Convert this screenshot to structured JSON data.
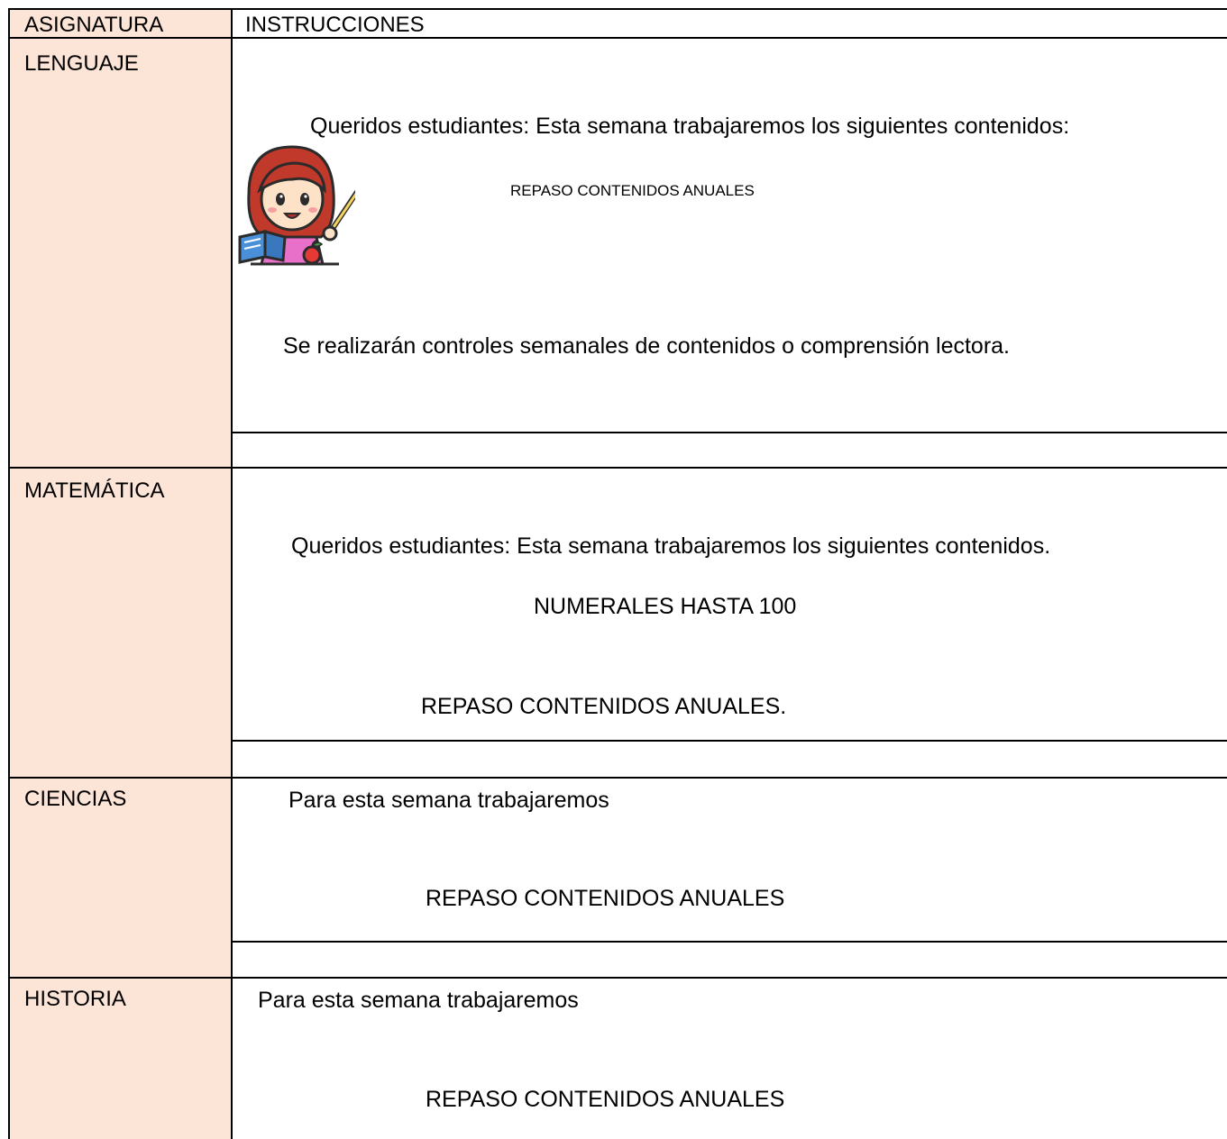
{
  "header": {
    "subject_col": "ASIGNATURA",
    "instructions_col": "INSTRUCCIONES"
  },
  "lenguaje": {
    "subject": "LENGUAJE",
    "intro": "Queridos estudiantes: Esta semana trabajaremos los siguientes contenidos:",
    "topic": "REPASO CONTENIDOS ANUALES",
    "note": "Se realizarán controles semanales de contenidos o comprensión lectora.",
    "illustration": "teacher-with-book-and-pointer-icon"
  },
  "matematica": {
    "subject": "MATEMÁTICA",
    "intro": "Queridos estudiantes: Esta semana trabajaremos los siguientes contenidos.",
    "topic1": "NUMERALES HASTA 100",
    "topic2": "REPASO CONTENIDOS ANUALES."
  },
  "ciencias": {
    "subject": "CIENCIAS",
    "intro": "Para esta semana trabajaremos",
    "topic": "REPASO CONTENIDOS ANUALES"
  },
  "historia": {
    "subject": "HISTORIA",
    "intro": "Para esta semana trabajaremos",
    "topic": "REPASO CONTENIDOS ANUALES"
  },
  "colors": {
    "subject_fill": "#fce4d6",
    "border": "#000000"
  }
}
